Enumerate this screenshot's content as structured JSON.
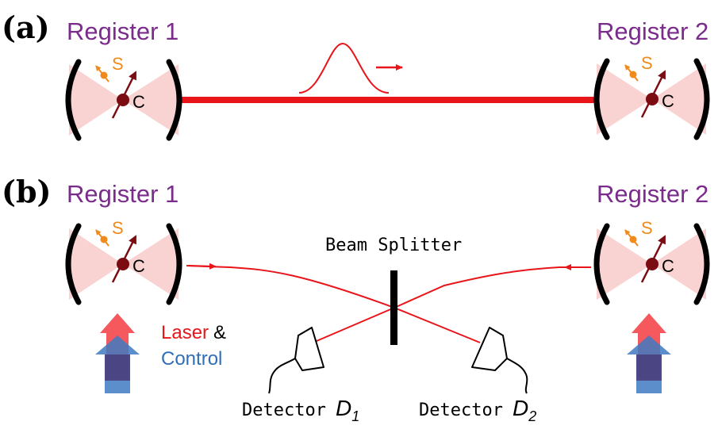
{
  "colors": {
    "register": "#7b2b8c",
    "cone": "#f9d3d2",
    "laser": "#e8151b",
    "spin_s": "#f08a1a",
    "spin_c": "#7a0c12",
    "control": "#2f6fb7",
    "arrow_dark": "#4a3d7a"
  },
  "panel_a": {
    "label": "(a)",
    "register_left": {
      "title": "Register 1",
      "spin_s": "S",
      "spin_c": "C"
    },
    "register_right": {
      "title": "Register 2",
      "spin_s": "S",
      "spin_c": "C"
    }
  },
  "panel_b": {
    "label": "(b)",
    "register_left": {
      "title": "Register 1",
      "spin_s": "S",
      "spin_c": "C"
    },
    "register_right": {
      "title": "Register 2",
      "spin_s": "S",
      "spin_c": "C"
    },
    "beam_splitter": "Beam Splitter",
    "laser_word": "Laser",
    "ampersand": "&",
    "control_word": "Control",
    "detector1": {
      "word": "Detector",
      "symbol": "D",
      "subscript": "1"
    },
    "detector2": {
      "word": "Detector",
      "symbol": "D",
      "subscript": "2"
    }
  },
  "icons": [
    "cavity-mirror-icon",
    "photon-wavepacket-icon",
    "spin-arrow-icon",
    "photodetector-icon",
    "pump-arrow-icon"
  ]
}
